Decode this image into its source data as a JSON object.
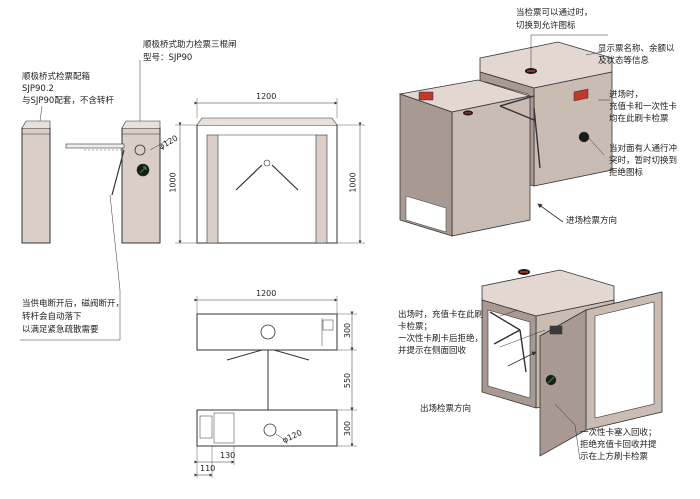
{
  "annotations": {
    "single_box_title": "顺极桥式检票配箱",
    "single_box_line2": "SJP90.2",
    "single_box_line3": "与SJP90配套，不含转杆",
    "main_title": "顺极桥式助力检票三棍闸",
    "model": "型号：SJP90",
    "power_fail_1": "当供电断开后，磁阀断开，",
    "power_fail_2": "转杆会自动落下",
    "power_fail_3": "以满足紧急疏散需要",
    "pass_icon_1": "当检票可以通过时，",
    "pass_icon_2": "切换到允许图标",
    "display_1": "显示票名称、余额以",
    "display_2": "及状态等信息",
    "entry_card_1": "进场时，",
    "entry_card_2": "充值卡和一次性卡",
    "entry_card_3": "均在此刷卡检票",
    "conflict_1": "当对面有人通行冲",
    "conflict_2": "突时，暂时切换到",
    "conflict_3": "拒绝图标",
    "entry_direction": "进场检票方向",
    "exit_card_1": "出场时，充值卡在此刷",
    "exit_card_2": "卡检票；",
    "exit_card_3": "一次性卡刷卡后拒绝，",
    "exit_card_4": "并提示在侧面回收",
    "exit_direction": "出场检票方向",
    "recycle_1": "一次性卡塞入回收；",
    "recycle_2": "拒绝充值卡回收并提",
    "recycle_3": "示在上方刷卡检票"
  },
  "dimensions": {
    "front_width": "1200",
    "front_height": "1000",
    "side_height": "1000",
    "arm_circle": "φ120",
    "top_width": "1200",
    "top_d1": "300",
    "top_d2": "550",
    "top_d3": "300",
    "bottom_110": "110",
    "bottom_130": "130",
    "bottom_circle": "φ120"
  },
  "colors": {
    "line": "#333333",
    "body_fill": "#d9cfc8",
    "body_dark": "#a89a92",
    "display_red": "#c0392b",
    "screen_dark": "#3a3a3a",
    "green": "#2e8b3a"
  }
}
